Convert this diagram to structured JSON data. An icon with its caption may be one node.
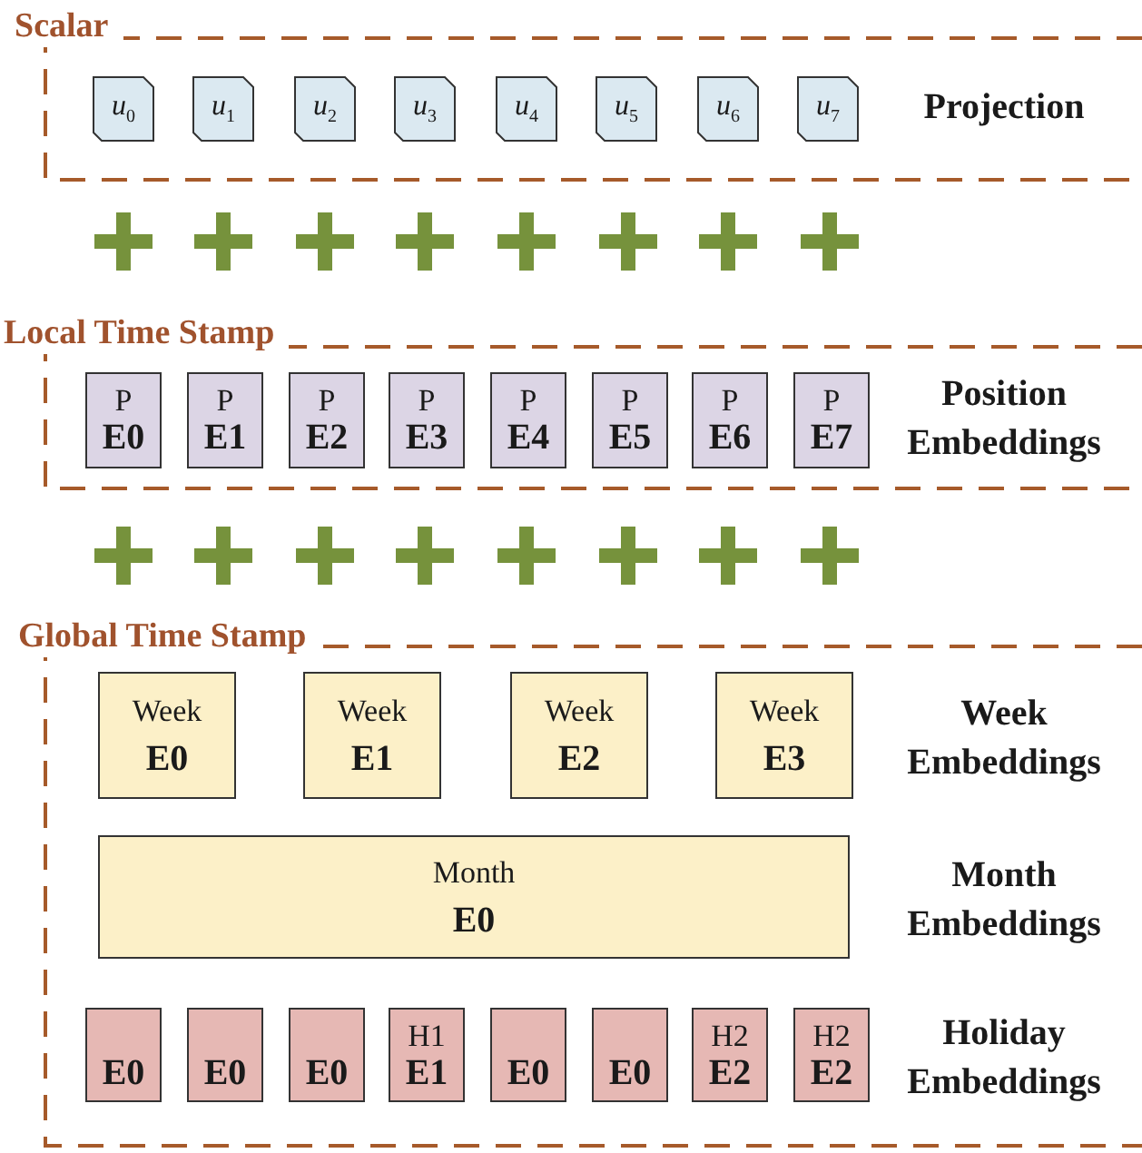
{
  "diagram": {
    "nodes": [
      {
        "text": [
          "Scalar"
        ]
      },
      {
        "text": [
          "*u*$_{0}$"
        ],
        "in": 0
      },
      {
        "text": [
          "*u*$_{1}$"
        ],
        "in": 0
      },
      {
        "text": [
          "*u*$_{2}$"
        ],
        "in": 0
      },
      {
        "text": [
          "*u*$_{3}$"
        ],
        "in": 0
      },
      {
        "text": [
          "*u*$_{4}$"
        ],
        "in": 0
      },
      {
        "text": [
          "*u*$_{5}$"
        ],
        "in": 0
      },
      {
        "text": [
          "*u*$_{6}$"
        ],
        "in": 0
      },
      {
        "text": [
          "*u*$_{7}$"
        ],
        "in": 0
      },
      {
        "text": [
          "Local Time Stamp"
        ]
      },
      {
        "text": [
          "P",
          "E0"
        ],
        "in": 9
      },
      {
        "text": [
          "P",
          "E1"
        ],
        "in": 9
      },
      {
        "text": [
          "P",
          "E2"
        ],
        "in": 9
      },
      {
        "text": [
          "P",
          "E3"
        ],
        "in": 9
      },
      {
        "text": [
          "P",
          "E4"
        ],
        "in": 9
      },
      {
        "text": [
          "P",
          "E5"
        ],
        "in": 9
      },
      {
        "text": [
          "P",
          "E6"
        ],
        "in": 9
      },
      {
        "text": [
          "P",
          "E7"
        ],
        "in": 9
      },
      {
        "text": [
          "Global Time Stamp"
        ]
      },
      {
        "text": [
          "Week",
          "E0"
        ],
        "in": 18
      },
      {
        "text": [
          "Week",
          "E1"
        ],
        "in": 18
      },
      {
        "text": [
          "Week",
          "E2"
        ],
        "in": 18
      },
      {
        "text": [
          "Week",
          "E3"
        ],
        "in": 18
      },
      {
        "text": [
          "Month",
          "E0"
        ],
        "in": 18
      },
      {
        "text": [
          "E0"
        ],
        "in": 18
      },
      {
        "text": [
          "E0"
        ],
        "in": 18
      },
      {
        "text": [
          "E0"
        ],
        "in": 18
      },
      {
        "text": [
          "H1",
          "E1"
        ],
        "in": 18
      },
      {
        "text": [
          "E0"
        ],
        "in": 18
      },
      {
        "text": [
          "E0"
        ],
        "in": 18
      },
      {
        "text": [
          "H2",
          "E2"
        ],
        "in": 18
      },
      {
        "text": [
          "H2",
          "E2"
        ],
        "in": 18
      }
    ],
    "labels": [
      "Projection",
      "Position Embeddings",
      "Week Embeddings",
      "Month Embeddings",
      "Holiday Embeddings"
    ]
  }
}
